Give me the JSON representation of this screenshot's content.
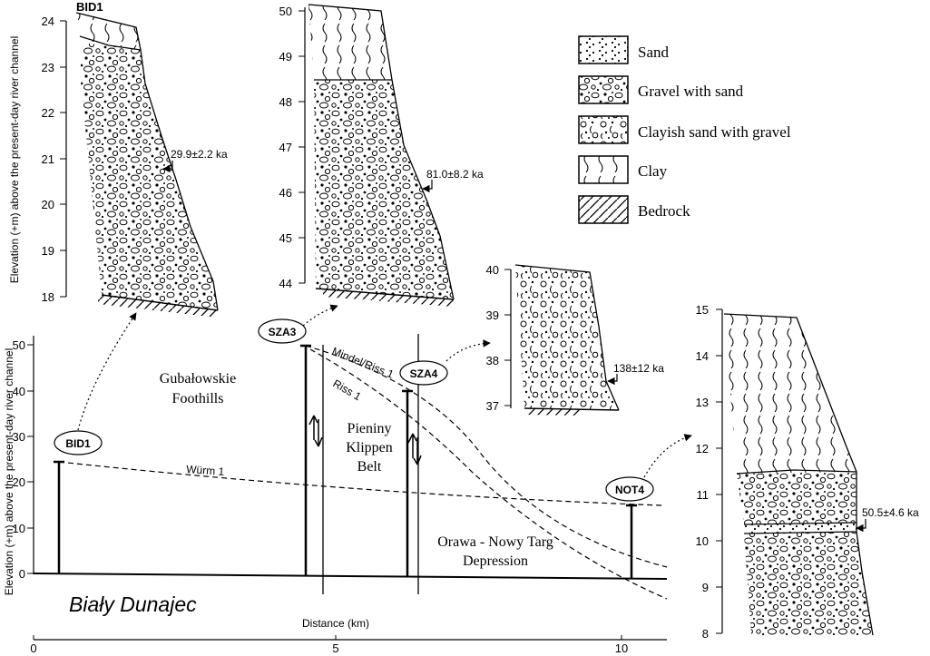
{
  "legend": [
    {
      "key": "sand",
      "label": "Sand"
    },
    {
      "key": "gravel",
      "label": "Gravel with sand"
    },
    {
      "key": "clayish",
      "label": "Clayish sand with gravel"
    },
    {
      "key": "clay",
      "label": "Clay"
    },
    {
      "key": "bedrock",
      "label": "Bedrock"
    }
  ],
  "main_axis": {
    "ylabel": "Elevation (+m) above the present-day river channel",
    "xlabel": "Distance  (km)",
    "y_ticks": [
      "0",
      "10",
      "20",
      "30",
      "40",
      "50"
    ],
    "x_ticks": [
      "0",
      "5",
      "10"
    ]
  },
  "river_name": "Biały Dunajec",
  "regions": {
    "gubalowskie": [
      "Gubałowskie",
      "Foothills"
    ],
    "pieniny": [
      "Pieniny",
      "Klippen",
      "Belt"
    ],
    "orawa": [
      "Orawa - Nowy Targ",
      "Depression"
    ]
  },
  "terraces": {
    "wurm": "Würm 1",
    "mindel": "Mindel/Riss 1",
    "riss": "Riss 1"
  },
  "sites": {
    "bid1": "BID1",
    "sza3": "SZA3",
    "sza4": "SZA4",
    "not4": "NOT4"
  },
  "profiles": {
    "bid1": {
      "title": "BID1",
      "ylabel": "Elevation (+m) above the present-day river channel",
      "ticks": [
        "24",
        "23",
        "22",
        "21",
        "20",
        "19",
        "18"
      ],
      "age": "29.9±2.2 ka"
    },
    "sza3": {
      "ticks": [
        "50",
        "49",
        "48",
        "47",
        "46",
        "45",
        "44"
      ],
      "age": "81.0±8.2 ka"
    },
    "sza4": {
      "ticks": [
        "40",
        "39",
        "38",
        "37"
      ],
      "age": "138±12 ka"
    },
    "not4": {
      "ticks": [
        "15",
        "14",
        "13",
        "12",
        "11",
        "10",
        "9",
        "8"
      ],
      "age": "50.5±4.6 ka"
    }
  }
}
